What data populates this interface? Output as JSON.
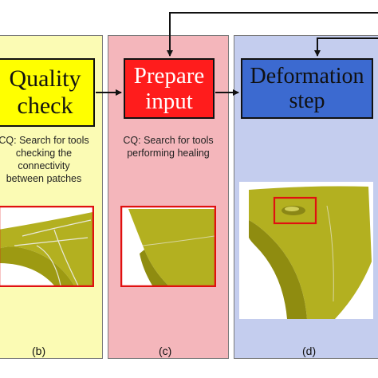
{
  "panels": {
    "b": {
      "box_line1": "Quality",
      "box_line2": "check",
      "note": [
        "CQ: Search for tools",
        "checking the",
        "connectivity",
        "between patches"
      ],
      "caption": "(b)",
      "color": "#fbfbb4"
    },
    "c": {
      "box_line1": "Prepare",
      "box_line2": "input",
      "note": [
        "CQ: Search for tools",
        "performing healing"
      ],
      "caption": "(c)",
      "color": "#f4b6bb"
    },
    "d": {
      "box_line1": "Deformation",
      "box_line2": "step",
      "caption": "(d)",
      "color": "#c4cdee"
    }
  },
  "colors": {
    "quality_box": "#ffff00",
    "prepare_box": "#ff1c1c",
    "deform_box": "#3c6ad0",
    "highlight_frame": "#e01010",
    "surface": "#b3b020"
  }
}
